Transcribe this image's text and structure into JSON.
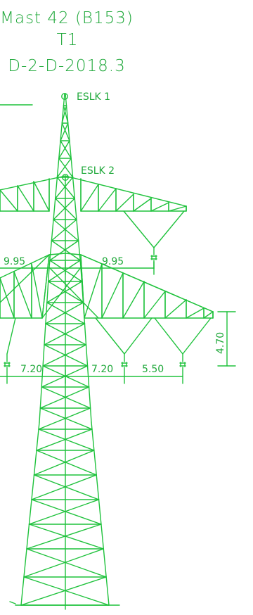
{
  "header": {
    "line1": "Mast 42 (B153)",
    "line2": "T1",
    "line3": "D-2-D-2018.3"
  },
  "earth_wires": {
    "eslk1": "ESLK 1",
    "eslk2": "ESLK 2"
  },
  "dimensions": {
    "upper_left": "9.95",
    "upper_right": "9.95",
    "lower_left": "7.20",
    "lower_mid": "7.20",
    "lower_right": "5.50",
    "vertical": "4.70"
  },
  "colors": {
    "line": "#1fc23c",
    "ink": "#1fa83a",
    "background": "#ffffff"
  }
}
